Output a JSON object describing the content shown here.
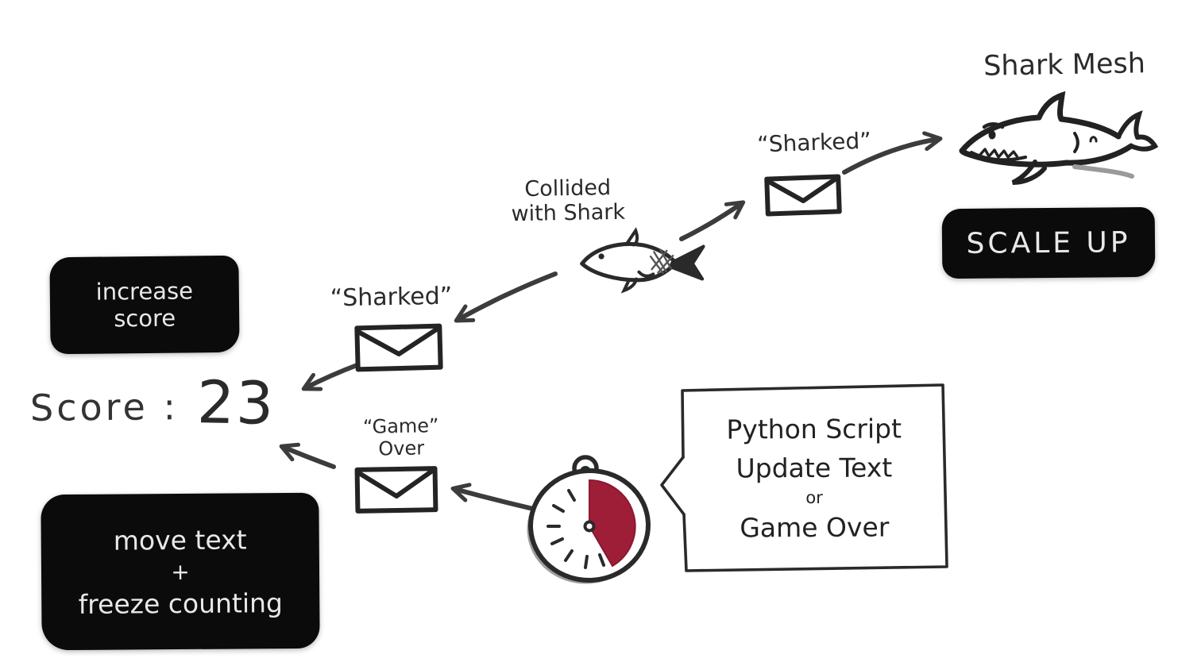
{
  "colors": {
    "background": "#ffffff",
    "ink": "#2e2e2e",
    "panel_bg": "#0b0b0b",
    "panel_text": "#e8e8e8",
    "timer_wedge_red": "#9e1d37"
  },
  "shark_section": {
    "title": "Shark Mesh",
    "action_label": "SCALE UP",
    "icon": "shark-icon"
  },
  "fish_section": {
    "event_line1": "Collided",
    "event_line2": "with Shark",
    "icon": "fish-icon"
  },
  "messages": {
    "icon": "envelope-icon",
    "sharked_to_shark": "“Sharked”",
    "sharked_to_score": "“Sharked”",
    "game_over_line1": "“Game”",
    "game_over_line2": "Over"
  },
  "score_section": {
    "action_line1": "increase",
    "action_line2": "score",
    "score_label": "Score :",
    "score_value": "23"
  },
  "game_over_section": {
    "action_line1": "move text",
    "action_line2": "+",
    "action_line3": "freeze counting"
  },
  "timer_section": {
    "icon": "stopwatch-icon"
  },
  "python_section": {
    "line1": "Python Script",
    "line2": "Update Text",
    "line3": "or",
    "line4": "Game Over"
  }
}
